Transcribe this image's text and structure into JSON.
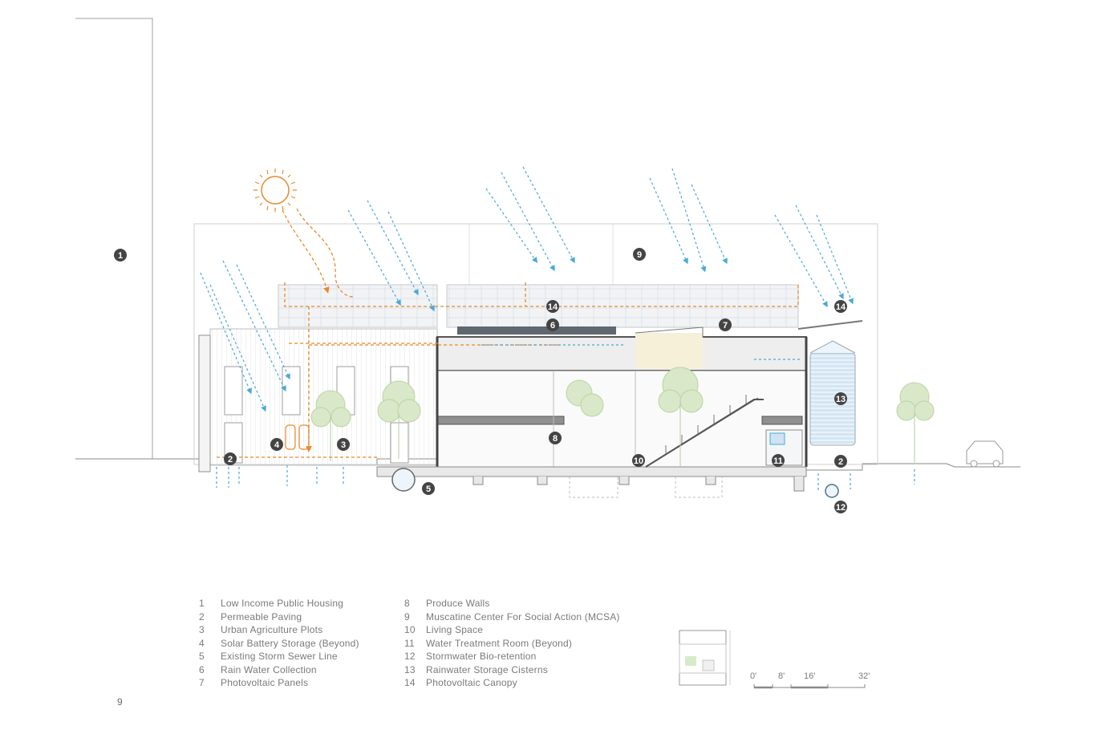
{
  "legend": {
    "items": [
      {
        "num": "1",
        "label": "Low Income Public Housing"
      },
      {
        "num": "2",
        "label": "Permeable Paving"
      },
      {
        "num": "3",
        "label": "Urban Agriculture Plots"
      },
      {
        "num": "4",
        "label": "Solar Battery Storage (Beyond)"
      },
      {
        "num": "5",
        "label": "Existing Storm Sewer Line"
      },
      {
        "num": "6",
        "label": "Rain Water Collection"
      },
      {
        "num": "7",
        "label": "Photovoltaic Panels"
      },
      {
        "num": "8",
        "label": "Produce Walls"
      },
      {
        "num": "9",
        "label": "Muscatine Center For Social Action (MCSA)"
      },
      {
        "num": "10",
        "label": "Living Space"
      },
      {
        "num": "11",
        "label": "Water Treatment Room (Beyond)"
      },
      {
        "num": "12",
        "label": "Stormwater Bio-retention"
      },
      {
        "num": "13",
        "label": "Rainwater Storage Cisterns"
      },
      {
        "num": "14",
        "label": "Photovoltaic Canopy"
      }
    ]
  },
  "scale_bar": {
    "marks": [
      "0'",
      "8'",
      "16'",
      "32'"
    ]
  },
  "page_number": "9",
  "colors": {
    "rain": "#4aa8d8",
    "solar": "#e8892a",
    "tag": "#444444",
    "line": "#9a9a9a",
    "tree": "#c9dfb5",
    "cistern": "#cfe3f3"
  }
}
